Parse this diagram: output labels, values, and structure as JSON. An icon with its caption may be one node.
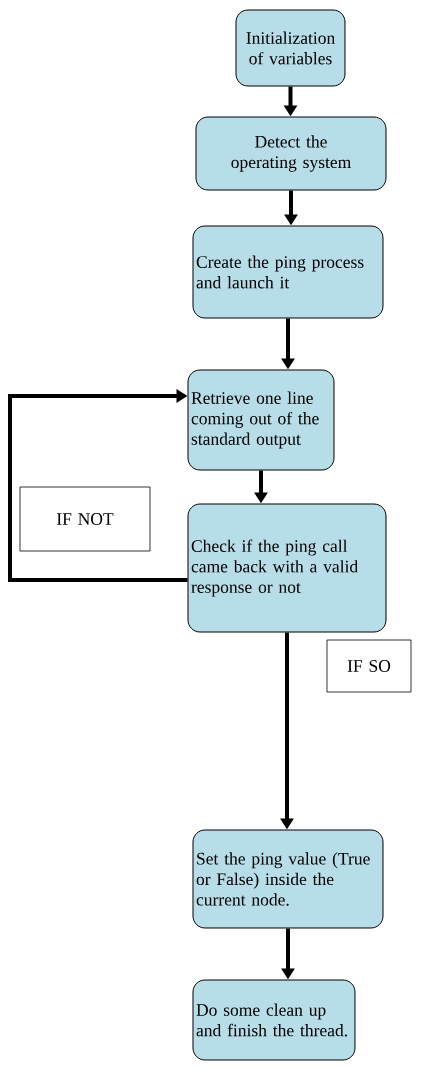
{
  "diagram": {
    "nodes": [
      {
        "text": [
          "Initialization of variables"
        ]
      },
      {
        "text": [
          "Detect the operating system"
        ]
      },
      {
        "text": [
          "Create the ping process and launch it"
        ]
      },
      {
        "text": [
          "Retrieve one line coming out of the standard output"
        ]
      },
      {
        "text": [
          "Check if the ping call came back with a valid response or not"
        ]
      },
      {
        "text": [
          "IF NOT"
        ]
      },
      {
        "text": [
          "IF SO"
        ]
      },
      {
        "text": [
          "Set the ping value (True or False) inside the current node."
        ]
      },
      {
        "text": [
          "Do some clean up and finish the thread."
        ]
      }
    ],
    "edges": [
      {
        "from": 0,
        "to": 1,
        "arrow": "to"
      },
      {
        "from": 1,
        "to": 2,
        "arrow": "to"
      },
      {
        "from": 2,
        "to": 3,
        "arrow": "to"
      },
      {
        "from": 3,
        "to": 4,
        "arrow": "to"
      },
      {
        "from": 4,
        "to": 3,
        "arrow": "to"
      },
      {
        "from": 4,
        "to": 7,
        "arrow": "to"
      },
      {
        "from": 7,
        "to": 8,
        "arrow": "to"
      }
    ]
  }
}
